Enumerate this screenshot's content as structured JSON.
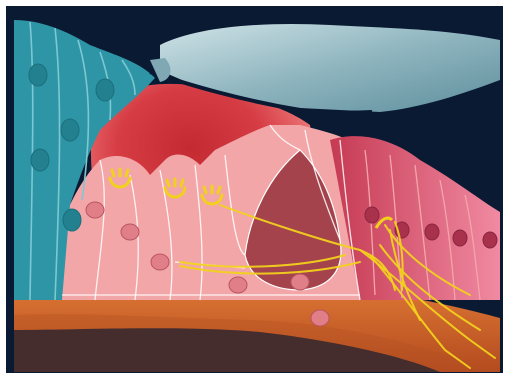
{
  "colors": {
    "background": "#0a1a33",
    "border": "#ffffff",
    "tectorial_membrane": "#7fa8b4",
    "tectorial_membrane_light": "#c6dde2",
    "supporting_cells_teal": "#2e95a6",
    "teal_highlight": "#7cc8d2",
    "cell_pink": "#f3a6a8",
    "cell_pink_dark": "#e17f89",
    "endolymph_red": "#d8383e",
    "outer_region_red": "#c9404f",
    "outer_region_pink": "#e86a8c",
    "tunnel_fill": "#a4434c",
    "basilar_orange": "#d1652a",
    "basilar_dark": "#b44f22",
    "nerve_yellow": "#f1d11c",
    "cell_outline": "#ffffff"
  },
  "icons": [
    "inner-hair-cell-stereocilia",
    "outer-hair-cell-stereocilia",
    "nerve-fiber",
    "cell-nucleus"
  ]
}
